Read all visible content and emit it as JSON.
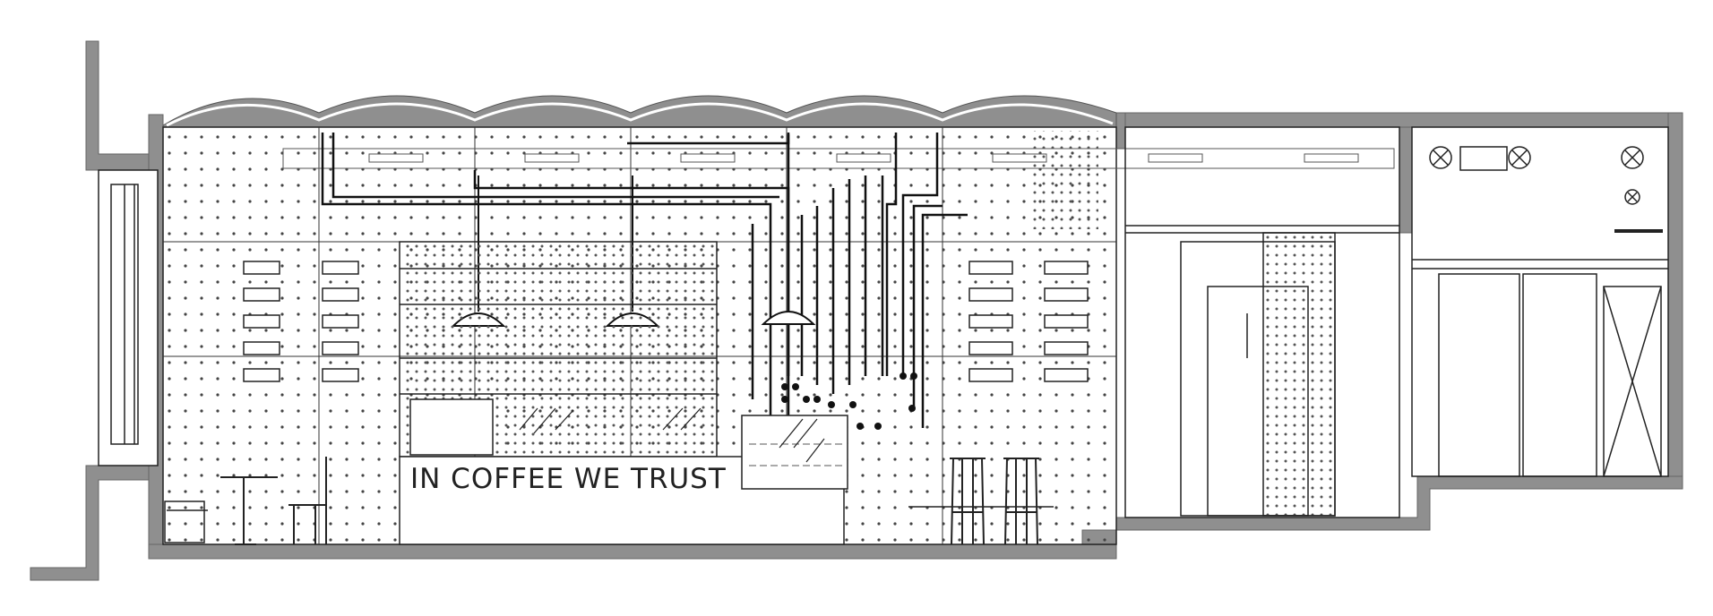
{
  "drawing": {
    "type": "architectural-section-elevation",
    "subject": "coffee shop interior elevation with vaulted ceiling",
    "sign_text": "IN COFFEE WE TRUST",
    "colors": {
      "wall_fill": "#8f8f8f",
      "line": "#222222",
      "dot": "#444444",
      "background": "#ffffff"
    },
    "elements": {
      "vaults": 6,
      "pendant_lamps": 3,
      "bar_stools": 2,
      "cafe_chairs": 1,
      "cafe_tables": 1,
      "shelf_columns": 2,
      "shelf_rows": 5,
      "ceiling_fans": 3
    }
  }
}
